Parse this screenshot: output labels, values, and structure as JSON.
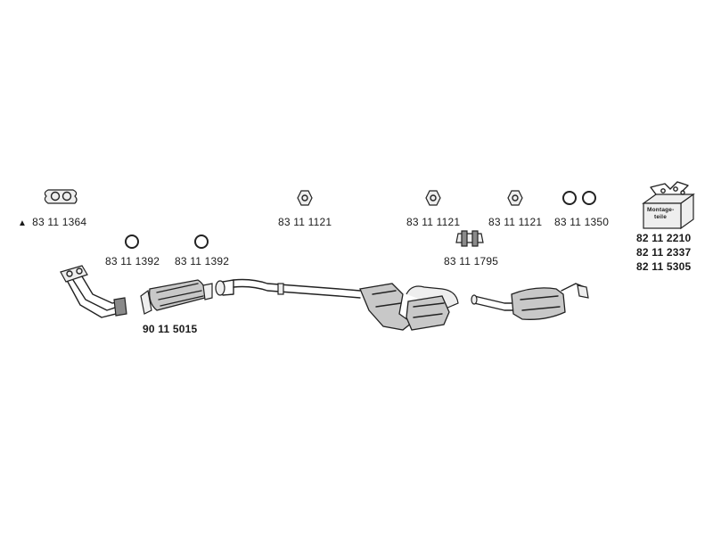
{
  "parts": {
    "flange_gasket": {
      "number": "83 11 1364",
      "marker": "▲"
    },
    "ring_left_1": {
      "number": "83 11 1392"
    },
    "ring_left_2": {
      "number": "83 11 1392"
    },
    "catalyst": {
      "number": "90 11 5015"
    },
    "hanger_1": {
      "number": "83 11 1121"
    },
    "hanger_2": {
      "number": "83 11 1121"
    },
    "hanger_3": {
      "number": "83 11 1121"
    },
    "rings_pair": {
      "number": "83 11 1350"
    },
    "clamp": {
      "number": "83 11 1795"
    },
    "kit_box": {
      "label_line1": "Montage-",
      "label_line2": "teile",
      "numbers": [
        "82 11 2210",
        "82 11 2337",
        "82 11 5305"
      ]
    }
  }
}
